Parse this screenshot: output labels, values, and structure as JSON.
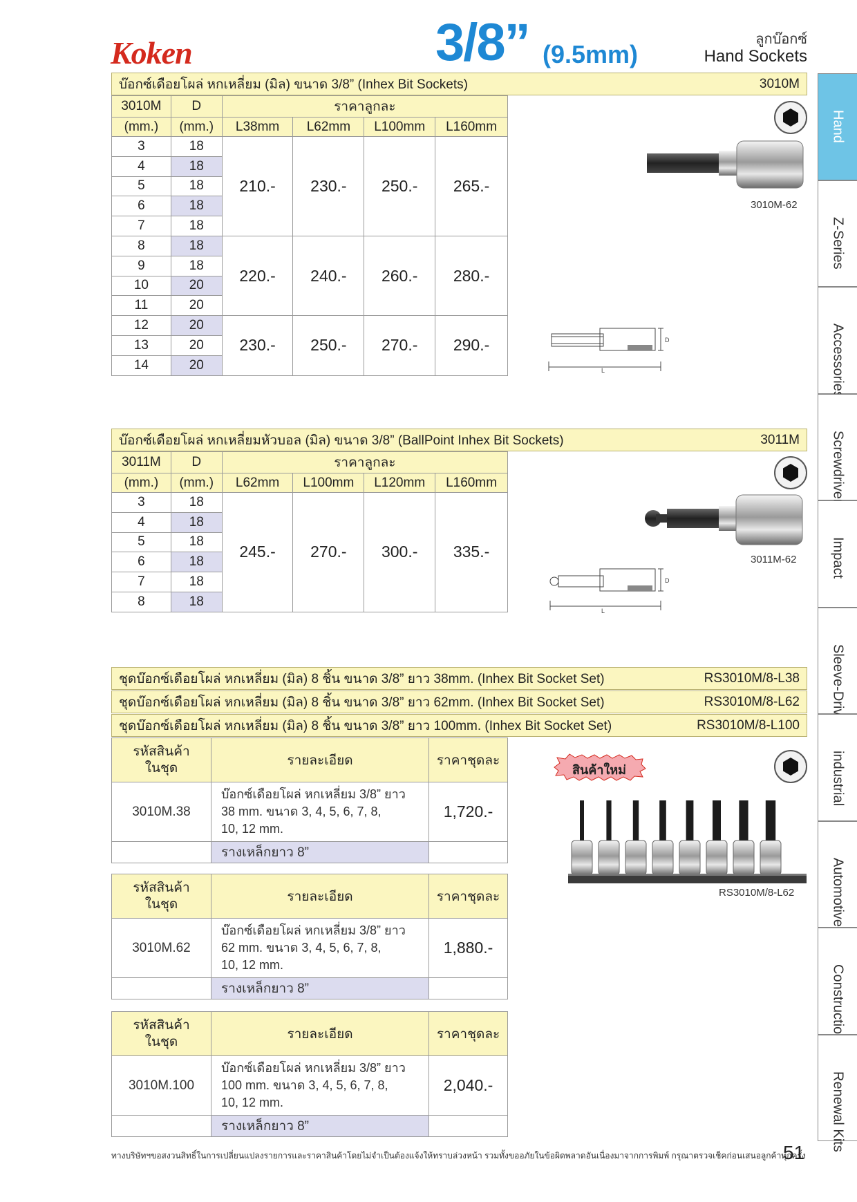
{
  "header": {
    "brand": "Koken",
    "size_label": "3/8”",
    "size_mm": "(9.5mm)",
    "category_th": "ลูกบ๊อกซ์",
    "category_en": "Hand Sockets"
  },
  "section1": {
    "title": "บ๊อกซ์เดือยโผล่ หกเหลี่ยม (มิล) ขนาด 3/8” (Inhex Bit Sockets)",
    "code": "3010M",
    "col_size_1": "3010M",
    "col_size_2": "(mm.)",
    "col_d_1": "D",
    "col_d_2": "(mm.)",
    "price_header": "ราคาลูกละ",
    "lengths": [
      "L38mm",
      "L62mm",
      "L100mm",
      "L160mm"
    ],
    "sizes": [
      "3",
      "4",
      "5",
      "6",
      "7",
      "8",
      "9",
      "10",
      "11",
      "12",
      "13",
      "14"
    ],
    "d_values": [
      "18",
      "18",
      "18",
      "18",
      "18",
      "18",
      "18",
      "20",
      "20",
      "20",
      "20",
      "20"
    ],
    "groups": [
      {
        "rows": 5,
        "prices": [
          "210.-",
          "230.-",
          "250.-",
          "265.-"
        ]
      },
      {
        "rows": 4,
        "prices": [
          "220.-",
          "240.-",
          "260.-",
          "280.-"
        ]
      },
      {
        "rows": 3,
        "prices": [
          "230.-",
          "250.-",
          "270.-",
          "290.-"
        ]
      }
    ],
    "photo_label": "3010M-62"
  },
  "section2": {
    "title": "บ๊อกซ์เดือยโผล่ หกเหลี่ยมหัวบอล (มิล) ขนาด 3/8” (BallPoint Inhex Bit Sockets)",
    "code": "3011M",
    "col_size_1": "3011M",
    "col_size_2": "(mm.)",
    "col_d_1": "D",
    "col_d_2": "(mm.)",
    "price_header": "ราคาลูกละ",
    "lengths": [
      "L62mm",
      "L100mm",
      "L120mm",
      "L160mm"
    ],
    "sizes": [
      "3",
      "4",
      "5",
      "6",
      "7",
      "8"
    ],
    "d_values": [
      "18",
      "18",
      "18",
      "18",
      "18",
      "18"
    ],
    "groups": [
      {
        "rows": 6,
        "prices": [
          "245.-",
          "270.-",
          "300.-",
          "335.-"
        ]
      }
    ],
    "photo_label": "3011M-62"
  },
  "section3": {
    "headers": [
      {
        "title": "ชุดบ๊อกซ์เดือยโผล่ หกเหลี่ยม (มิล) 8 ชิ้น ขนาด 3/8” ยาว 38mm. (Inhex Bit Socket Set)",
        "code": "RS3010M/8-L38"
      },
      {
        "title": "ชุดบ๊อกซ์เดือยโผล่ หกเหลี่ยม (มิล) 8 ชิ้น ขนาด 3/8” ยาว 62mm. (Inhex Bit Socket Set)",
        "code": "RS3010M/8-L62"
      },
      {
        "title": "ชุดบ๊อกซ์เดือยโผล่ หกเหลี่ยม (มิล) 8 ชิ้น ขนาด 3/8” ยาว 100mm. (Inhex Bit Socket Set)",
        "code": "RS3010M/8-L100"
      }
    ],
    "col_code_1": "รหัสสินค้า",
    "col_code_2": "ในชุด",
    "col_detail": "รายละเอียด",
    "col_price": "ราคาชุดละ",
    "sets": [
      {
        "code": "3010M.38",
        "detail": [
          "บ๊อกซ์เดือยโผล่ หกเหลี่ยม 3/8” ยาว",
          "38 mm. ขนาด 3, 4, 5, 6, 7, 8,",
          "10, 12 mm."
        ],
        "price": "1,720.-",
        "rail": "รางเหล็กยาว 8”"
      },
      {
        "code": "3010M.62",
        "detail": [
          "บ๊อกซ์เดือยโผล่ หกเหลี่ยม 3/8” ยาว",
          "62 mm. ขนาด 3, 4, 5, 6, 7, 8,",
          "10, 12 mm."
        ],
        "price": "1,880.-",
        "rail": "รางเหล็กยาว 8”"
      },
      {
        "code": "3010M.100",
        "detail": [
          "บ๊อกซ์เดือยโผล่ หกเหลี่ยม 3/8” ยาว",
          "100 mm. ขนาด 3, 4, 5, 6, 7, 8,",
          "10, 12 mm."
        ],
        "price": "2,040.-",
        "rail": "รางเหล็กยาว 8”"
      }
    ],
    "new_badge": "สินค้าใหม่",
    "photo_label": "RS3010M/8-L62"
  },
  "sidebar": {
    "tabs": [
      "Hand",
      "Z-Series",
      "Accessories",
      "Screwdrivers",
      "Impact",
      "Sleeve-Drive",
      "industrial",
      "Automotive",
      "Construction",
      "Renewal Kits"
    ],
    "active": 0
  },
  "footer": {
    "note": "ทางบริษัทฯขอสงวนสิทธิ์ในการเปลี่ยนแปลงรายการและราคาสินค้าโดยไม่จำเป็นต้องแจ้งให้ทราบล่วงหน้า รวมทั้งขออภัยในข้อผิดพลาดอันเนื่องมาจากการพิมพ์ กรุณาตรวจเช็คก่อนเสนอลูกค้าทุกครั้ง",
    "page_number": "51"
  },
  "colors": {
    "accent_blue": "#1e88d4",
    "brand_red": "#d42a1e",
    "header_yellow": "#fbf6c0",
    "alt_lavender": "#dcdcef",
    "active_tab": "#6ec4e6"
  }
}
